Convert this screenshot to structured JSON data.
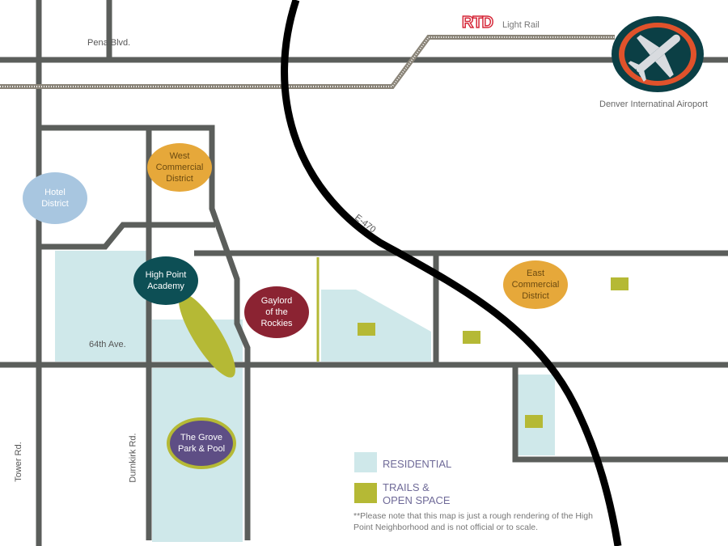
{
  "roads": {
    "pena": "Pena Blvd.",
    "ave64": "64th Ave.",
    "tower": "Tower Rd.",
    "durnkirk": "Durnkirk Rd.",
    "e470": "E-470"
  },
  "rail": {
    "logo": "RTD",
    "label": "Light Rail"
  },
  "airport": {
    "label": "Denver Internatinal Airoport"
  },
  "places": {
    "hotel": [
      "Hotel",
      "District"
    ],
    "west": [
      "West",
      "Commercial",
      "District"
    ],
    "academy": [
      "High Point",
      "Academy"
    ],
    "gaylord": [
      "Gaylord",
      "of the",
      "Rockies"
    ],
    "east": [
      "East",
      "Commercial",
      "District"
    ],
    "grove": [
      "The Grove",
      "Park & Pool"
    ]
  },
  "legend": {
    "residential": "RESIDENTIAL",
    "trails": [
      "TRAILS &",
      "OPEN SPACE"
    ],
    "note": "**Please note that this map is just a rough rendering of the High Point Neighborhood and is not official or to scale."
  },
  "colors": {
    "road": "#5b5e5b",
    "highway": "#000000",
    "residential": "#cfe8ea",
    "open_space": "#b5b935",
    "commercial": "#e6a83a",
    "hotel": "#a8c6e0",
    "academy": "#0d4f55",
    "gaylord": "#8b2332",
    "grove": "#5e4e85",
    "rtd": "#d6293a"
  }
}
